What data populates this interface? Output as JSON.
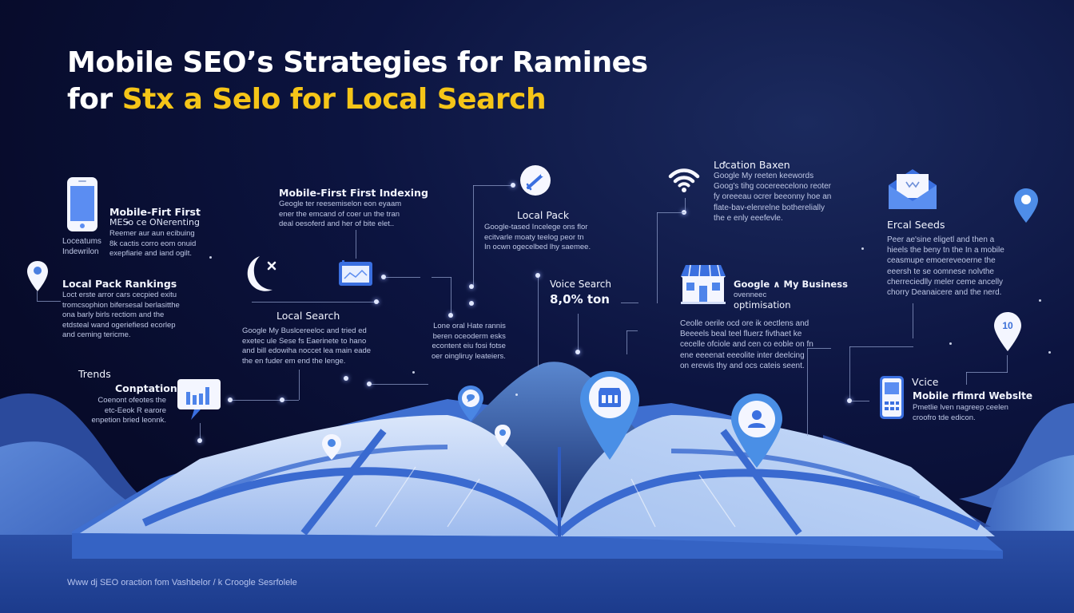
{
  "title": {
    "line1": "Mobile SEO’s Strategies for Ramines",
    "line2_prefix": "for ",
    "line2_accent": "Stx a Selo for Local Search"
  },
  "colors": {
    "background": "#070b2a",
    "accent_yellow": "#f5c518",
    "primary_blue": "#3f6fd8",
    "light_blue": "#b9d0f5",
    "pin_blue": "#4a90e2"
  },
  "sections": {
    "mobile_first": {
      "icon": "smartphone-icon",
      "heading": "Mobile-Firt First",
      "subheading": "MESo ce ONerenting",
      "side_label": [
        "Loceatums",
        "Indewrilon"
      ],
      "body": [
        "Reemer aur aun ecibuing",
        "8k cactis corro eom onuid",
        "exepfiarie and iand ogilt."
      ]
    },
    "local_pack_rankings": {
      "icon": "location-pin-icon",
      "heading": "Local Pack Rankings",
      "body": [
        "Loct erste arror cars cecpied exitu",
        "tromcsophion bifersesal berlasitthe",
        "ona barly birls rectiom and the",
        "etdsteal wand ogeriefiesd ecorlep",
        "and ceming tericme."
      ]
    },
    "mobile_first_indexing": {
      "heading": "Mobile-First First Indexing",
      "body": [
        "Geogle ter reesemiselon eon eyaam",
        "ener the emcand of coer un the tran",
        "deal oesoferd and her of bite elet.."
      ]
    },
    "local_search": {
      "icon": "moon-close-icon",
      "secondary_icon": "chart-card-icon",
      "heading": "Local Search",
      "body": [
        "Google My Buslcereeloc and tried ed",
        "exetec ule Sese fs Eaerinete to hano",
        "and bill edowiha noccet lea main eade",
        "the en fuder em end the lenge."
      ]
    },
    "local_pack": {
      "icon": "wand-icon",
      "heading": "Local Pack",
      "body": [
        "Google-tased Incelege ons flor",
        "ecitvarle moaty teelog peor tn",
        "In ocwn ogecelbed lhy saemee."
      ]
    },
    "center_note": {
      "body": [
        "Lone oral Hate rannis",
        "beren oceoderm esks",
        "econtent eiu fosi fotse",
        "oer oingliruy leateiers."
      ]
    },
    "voice_search": {
      "heading": "Voice Search",
      "stat": "8,0% ton"
    },
    "location_based": {
      "icon": "wifi-icon",
      "heading": "Location Baxen",
      "body": [
        "Google My reeten keewords",
        "Goog's tihg cocereecelono reoter",
        "fy oreeeau ocrer beeonny hoe an",
        "flate-bav-elenrelne botherelially",
        "the e enly eeefevle."
      ]
    },
    "local_seeds": {
      "icon": "envelope-icon",
      "pin_icon": "location-pin-icon",
      "heading": "Ercal Seeds",
      "body": [
        "Peer ae'sine eligetl and then a",
        "hieels the beny tn the In a mobile",
        "ceasmupe emoereveoerne the",
        "eeersh te se oomnese nolvthe",
        "cherreciedlly meler ceme ancelly",
        "chorry Deanaicere and the nerd."
      ]
    },
    "google_my_business": {
      "icon": "storefront-icon",
      "heading": "Google ∧ My Business",
      "subheading": "ovenneec",
      "heading2": "optimisation",
      "body": [
        "Ceolle oerile ocd ore ik oectlens and",
        "Beeeels beal teel fluerz fivthaet ke",
        "cecelle ofciole and cen co eoble on fn",
        "ene eeeenat eeeolite inter deelcing",
        "on erewis thy and ocs cateis seent."
      ]
    },
    "pin_10": {
      "icon": "location-pin-icon",
      "label": "10"
    },
    "mobile_friendly": {
      "icon": "smartphone-icon",
      "pre_heading": "Vcice",
      "heading": "Mobile rfimrd Webslte",
      "body": [
        "Pmetlie lven nagreep ceelen",
        "croofro tde edicon."
      ]
    },
    "trends": {
      "heading": "Trends",
      "subheading": "Conptation",
      "icon": "bar-chart-icon",
      "body": [
        "Coenont ofeotes the",
        "etc-Eeok R earore",
        "enpetion bried leonnk."
      ]
    }
  },
  "map_pins": [
    {
      "name": "chat-pin",
      "icon": "chat-bubble-icon"
    },
    {
      "name": "small-pin",
      "icon": "location-pin-icon"
    },
    {
      "name": "store-pin",
      "icon": "store-icon"
    },
    {
      "name": "user-pin",
      "icon": "user-icon"
    },
    {
      "name": "left-pin",
      "icon": "location-pin-icon"
    }
  ],
  "footer": {
    "text": "Www dj SEO oraction fom Vashbelor  / k Croogle    Sesrfolele"
  }
}
